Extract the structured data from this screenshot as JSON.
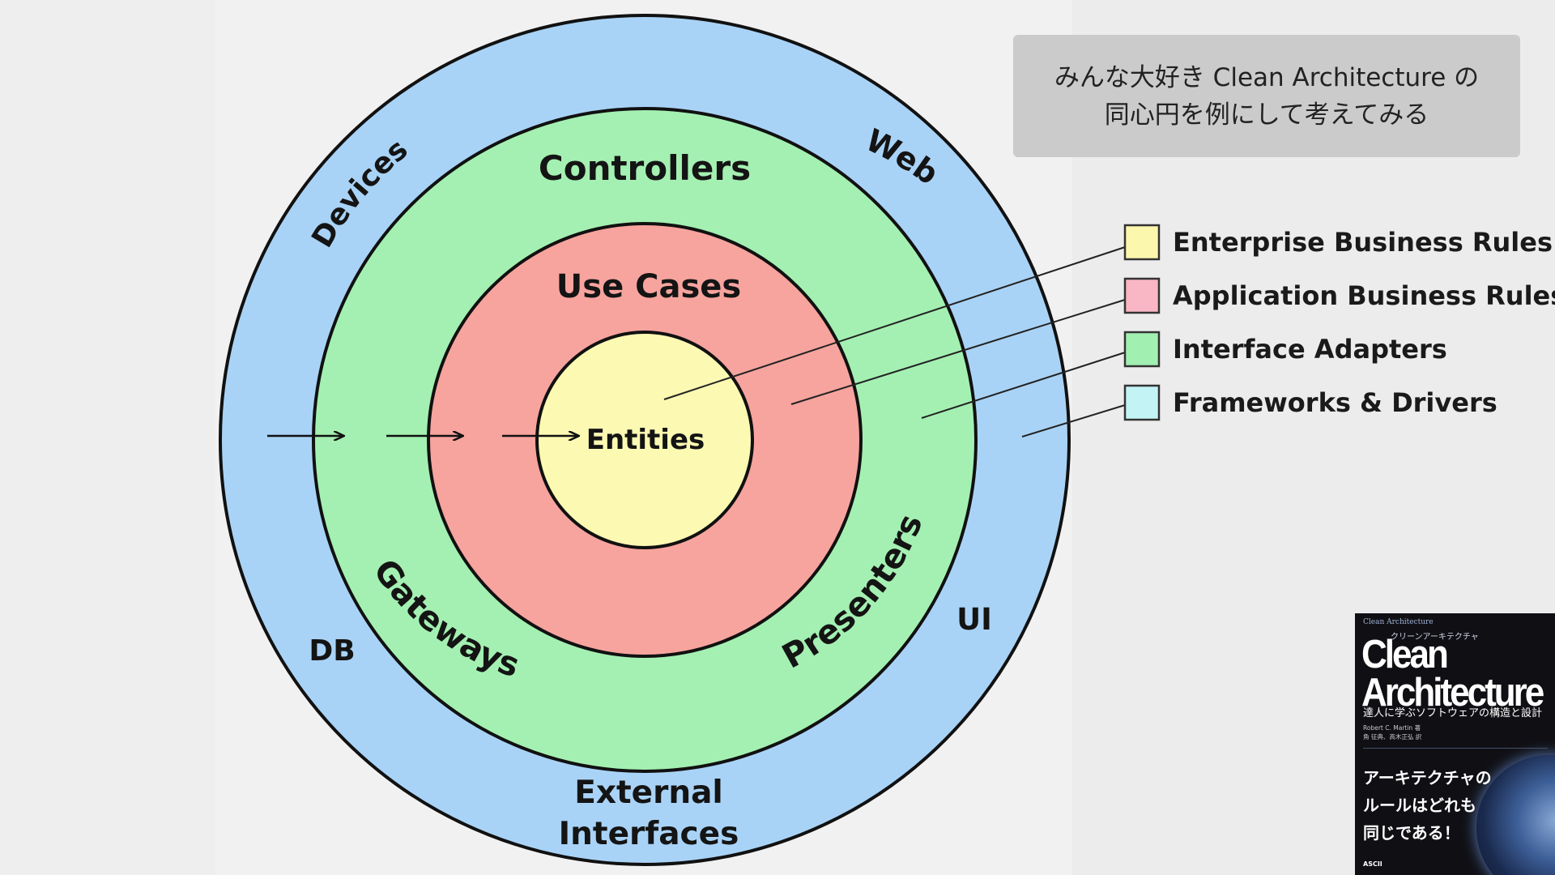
{
  "note": {
    "line1": "みんな大好き Clean Architecture の",
    "line2": "同心円を例にして考えてみる"
  },
  "rings": {
    "frameworks_drivers": {
      "color": "#a9d3f6",
      "labels": {
        "devices": "Devices",
        "web": "Web",
        "db": "DB",
        "ui": "UI",
        "external_1": "External",
        "external_2": "Interfaces"
      }
    },
    "interface_adapters": {
      "color": "#a4f0b2",
      "labels": {
        "controllers": "Controllers",
        "gateways": "Gateways",
        "presenters": "Presenters"
      }
    },
    "use_cases": {
      "color": "#f7a49e",
      "label": "Use Cases"
    },
    "entities": {
      "color": "#fcf9b3",
      "label": "Entities"
    }
  },
  "legend": [
    {
      "label": "Enterprise Business Rules",
      "color": "#fbf7ad"
    },
    {
      "label": "Application Business Rules",
      "color": "#f9b6c4"
    },
    {
      "label": "Interface Adapters",
      "color": "#a2f0b1"
    },
    {
      "label": "Frameworks & Drivers",
      "color": "#c3f3f5"
    }
  ],
  "book": {
    "series": "Clean Architecture",
    "subtitle_jp": "クリーンアーキテクチャ",
    "title_1": "Clean",
    "title_2": "Architecture",
    "tagline": "達人に学ぶソフトウェアの構造と設計",
    "author_1": "Robert C. Martin 著",
    "author_2": "角 征典、高木正弘 訳",
    "catch_1": "アーキテクチャの",
    "catch_2": "ルールはどれも",
    "catch_3": "同じである！",
    "publisher": "ASCII"
  }
}
